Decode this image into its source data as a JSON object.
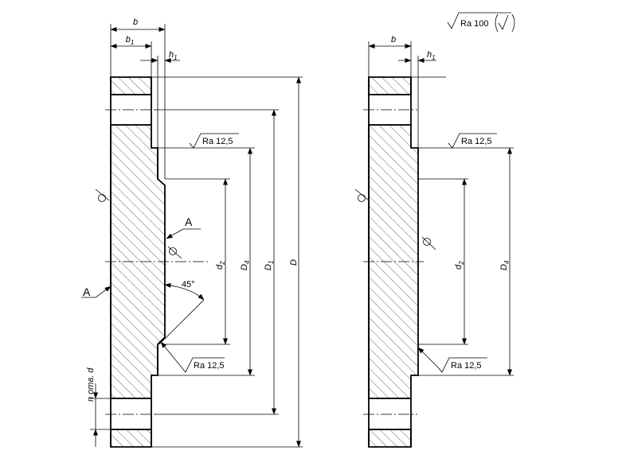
{
  "roughness": {
    "general": "Ra 100",
    "bore_face": "Ra 12,5",
    "raised_face": "Ra 12,5"
  },
  "dims": {
    "b": "b",
    "b1": "b",
    "b1_sub": "1",
    "h1": "h",
    "h1_sub": "1",
    "D": "D",
    "D1": "D",
    "D1_sub": "1",
    "D4": "D",
    "D4_sub": "4",
    "d2": "d",
    "d2_sub": "2",
    "holes": "n отв. d",
    "angle": "45°"
  },
  "views": {
    "section_mark": "A"
  }
}
